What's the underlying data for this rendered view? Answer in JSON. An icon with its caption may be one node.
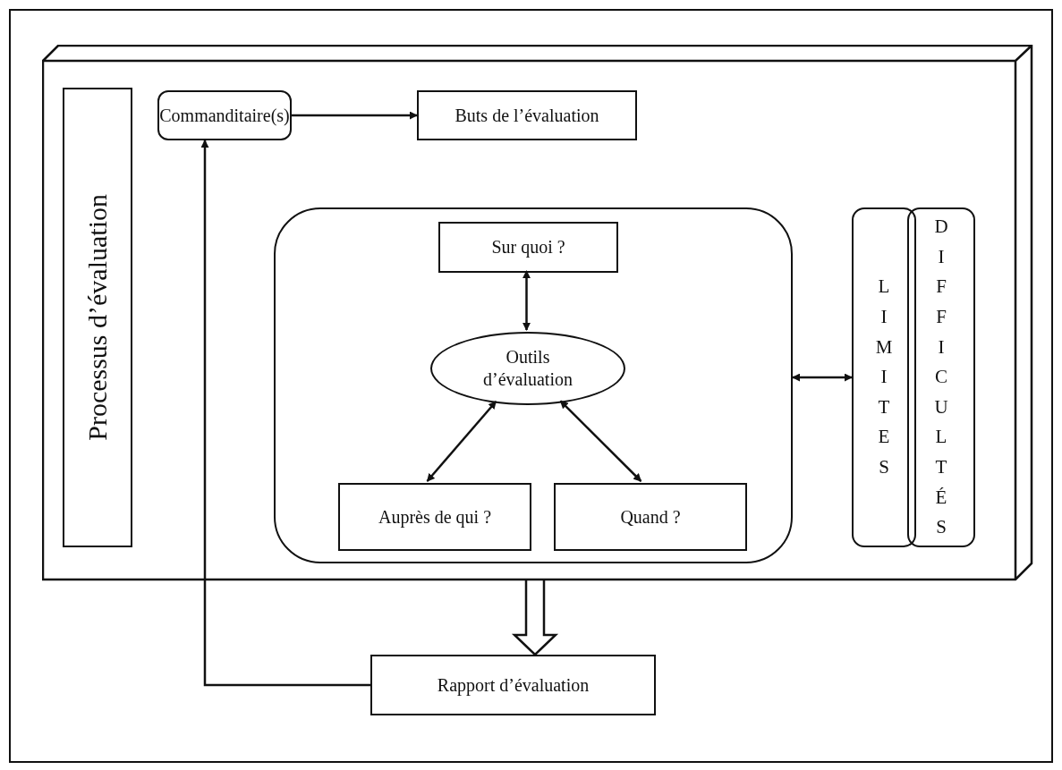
{
  "diagram": {
    "nodes": [
      {
        "text": [],
        "shape": "box"
      },
      {
        "text": [
          "Processus d’évaluation"
        ],
        "in": 0
      },
      {
        "text": [
          "Commanditaire(s)"
        ],
        "in": 0
      },
      {
        "text": [
          "Buts de l’évaluation"
        ],
        "in": 0
      },
      {
        "text": [],
        "shape": "box",
        "in": 0
      },
      {
        "text": [
          "Sur quoi ?"
        ],
        "in": 4
      },
      {
        "text": [
          "Outils d’évaluation"
        ],
        "in": 4
      },
      {
        "text": [
          "Auprès de qui ?"
        ],
        "in": 4
      },
      {
        "text": [
          "Quand ?"
        ],
        "in": 4
      },
      {
        "text": [
          "LIMITES"
        ],
        "in": 0
      },
      {
        "text": [
          "DIFFICULTÉS"
        ],
        "in": 0
      },
      {
        "text": [
          "Rapport d’évaluation"
        ]
      }
    ],
    "edges": [
      {
        "from": 2,
        "to": 3,
        "arrow": "to"
      },
      {
        "from": 5,
        "to": 6,
        "arrow": "both"
      },
      {
        "from": 6,
        "to": 7,
        "arrow": "both"
      },
      {
        "from": 6,
        "to": 8,
        "arrow": "both"
      },
      {
        "from": 4,
        "to": 9,
        "arrow": "both"
      },
      {
        "from": 0,
        "to": 11,
        "arrow": "to",
        "style": "thick"
      },
      {
        "from": 11,
        "to": 2,
        "arrow": "to"
      }
    ]
  }
}
